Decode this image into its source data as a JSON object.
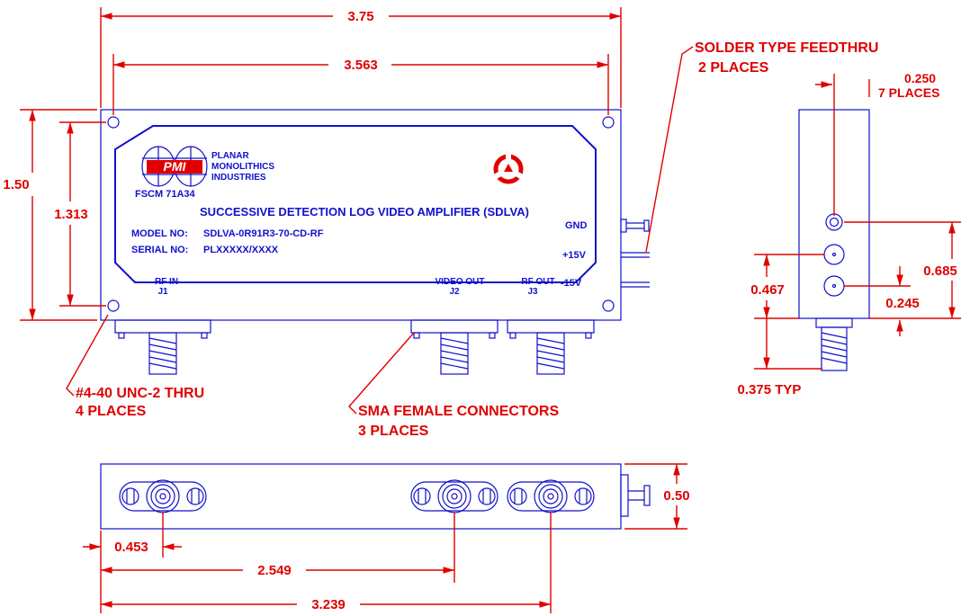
{
  "colors": {
    "outline": "#1010cc",
    "dimension": "#e00000",
    "logo_red": "#e00000"
  },
  "logo": {
    "letters": "PMI",
    "company": [
      "PLANAR",
      "MONOLITHICS",
      "INDUSTRIES"
    ],
    "fscm": "FSCM  71A34"
  },
  "product_title": "SUCCESSIVE  DETECTION  LOG  VIDEO  AMPLIFIER  (SDLVA)",
  "model_label": "MODEL NO:",
  "model_value": "SDLVA-0R91R3-70-CD-RF",
  "serial_label": "SERIAL NO:",
  "serial_value": "PLXXXXX/XXXX",
  "pins": {
    "gnd": "GND",
    "p15": "+15V",
    "m15": "-15V"
  },
  "ports": {
    "rf_in": "RF IN",
    "j1": "J1",
    "video_out": "VIDEO OUT",
    "j2": "J2",
    "rf_out": "RF OUT",
    "j3": "J3"
  },
  "dimensions": {
    "length": "3.75",
    "hole_spacing_x": "3.563",
    "height": "1.50",
    "hole_spacing_y": "1.313",
    "feedthru_pitch": "0.250",
    "feedthru_places": "7 PLACES",
    "gnd_height": "0.685",
    "connector_height": "0.467",
    "lower_pin_height": "0.245",
    "connector_offset": "0.375 TYP",
    "thickness": "0.50",
    "j1_offset": "0.453",
    "j2_offset": "2.549",
    "j3_offset": "3.239"
  },
  "notes": {
    "feedthru": [
      "SOLDER TYPE FEEDTHRU",
      "2 PLACES"
    ],
    "holes": [
      "#4-40 UNC-2 THRU",
      "4 PLACES"
    ],
    "connectors": [
      "SMA FEMALE CONNECTORS",
      "3 PLACES"
    ]
  }
}
